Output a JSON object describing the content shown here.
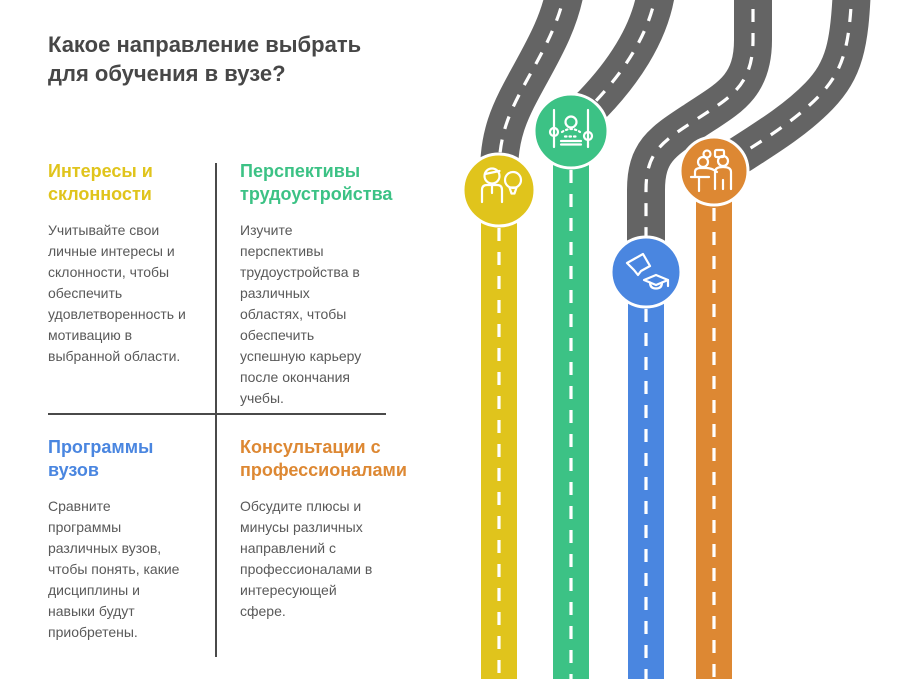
{
  "title": "Какое направление выбрать для обучения в вузе?",
  "sections": [
    {
      "heading": "Интересы и склонности",
      "body": "Учитывайте свои личные интересы и склонности, чтобы обеспечить удовлетворенность и мотивацию в выбранной области.",
      "color": "#e0c41c",
      "icon": "person-idea-icon"
    },
    {
      "heading": "Перспективы трудоустройства",
      "body": "Изучите перспективы трудоустройства в различных областях, чтобы обеспечить успешную карьеру после окончания учебы.",
      "color": "#3cc285",
      "icon": "career-sliders-icon"
    },
    {
      "heading": "Программы вузов",
      "body": "Сравните программы различных вузов, чтобы понять, какие дисциплины и навыки будут приобретены.",
      "color": "#4a86e0",
      "icon": "flag-graduation-icon"
    },
    {
      "heading": "Консультации с профессионалами",
      "body": "Обсудите плюсы и минусы различных направлений с профессионалами в интересующей сфере.",
      "color": "#dd8833",
      "icon": "consultation-icon"
    }
  ],
  "colors": {
    "road_gray": "#646464",
    "divider": "#4a4a4a",
    "title_text": "#474747",
    "body_text": "#595959",
    "road_dash_white": "#ffffff"
  }
}
